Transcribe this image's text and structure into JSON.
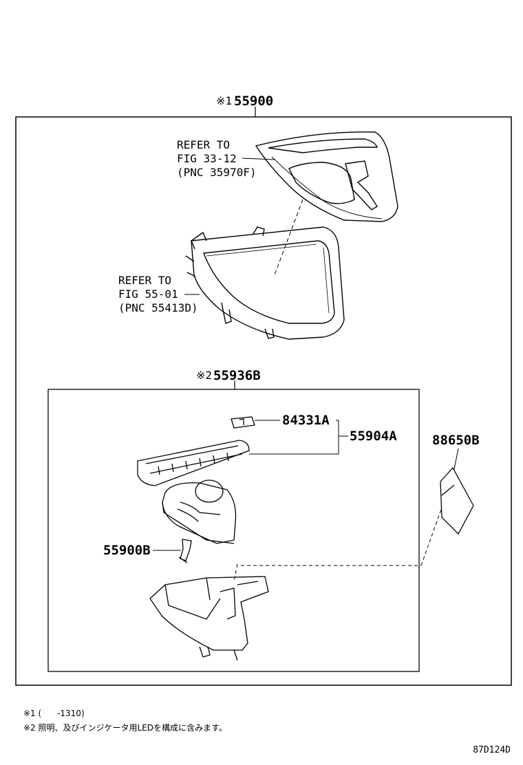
{
  "diagram": {
    "assembly": {
      "mark": "※1",
      "part": "55900"
    },
    "subassembly": {
      "mark": "※2",
      "part": "55936B"
    },
    "refer_top": {
      "line1": "REFER TO",
      "line2": "FIG 33-12",
      "line3": "(PNC 35970F)"
    },
    "refer_mid": {
      "line1": "REFER TO",
      "line2": "FIG 55-01",
      "line3": "(PNC 55413D)"
    },
    "parts": {
      "p84331a": "84331A",
      "p55904a": "55904A",
      "p88650b": "88650B",
      "p55900b": "55900B"
    }
  },
  "notes": {
    "note1": "※1 (      -1310)",
    "note2": "※2 照明、及びインジケータ用LEDを構成に含みます。"
  },
  "figure_code": "87D124D"
}
